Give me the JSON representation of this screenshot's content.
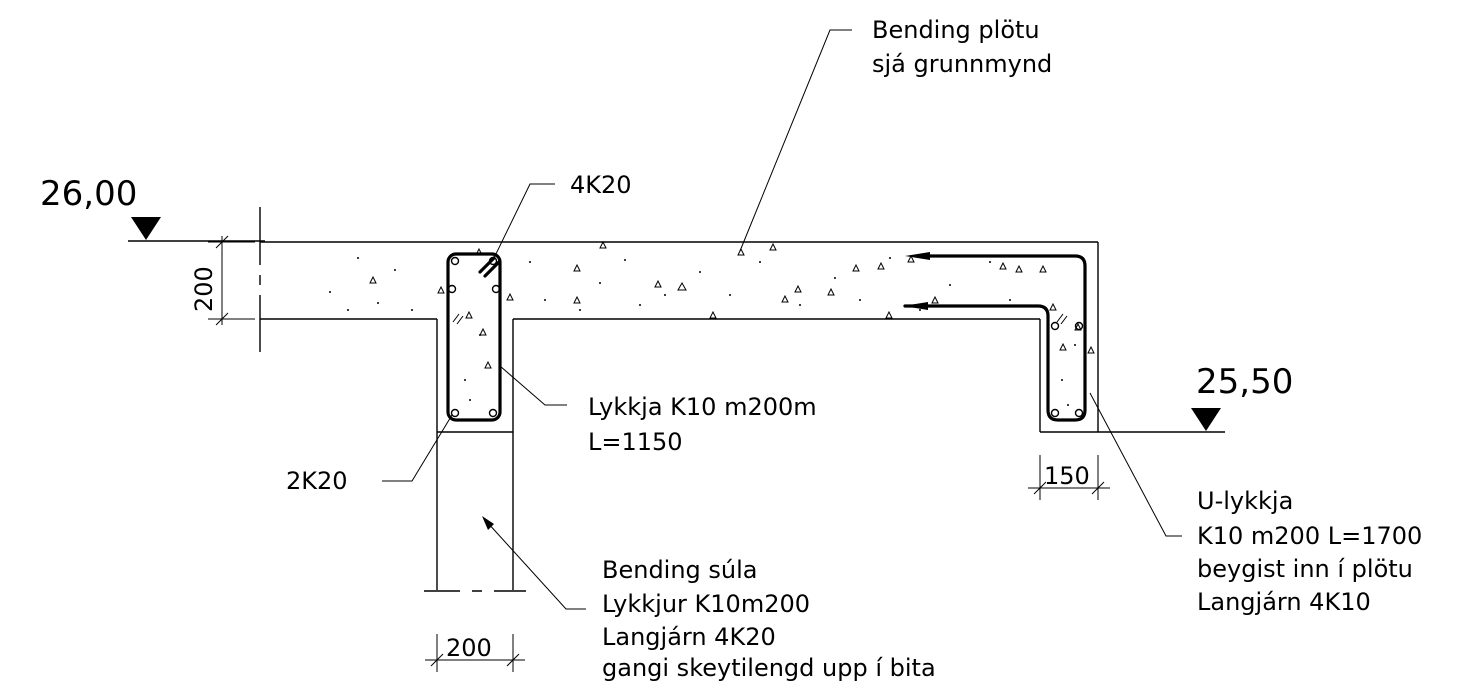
{
  "levels": {
    "top": "26,00",
    "bottom": "25,50"
  },
  "dimensions": {
    "slab_thickness": "200",
    "column_width": "200",
    "upstand_width": "150"
  },
  "labels": {
    "slab_note": {
      "line1": "Bending plötu",
      "line2": "sjá grunnmynd"
    },
    "top_bars": "4K20",
    "stirrup": {
      "line1": "Lykkja K10 m200m",
      "line2": "L=1150"
    },
    "bottom_bars": "2K20",
    "column_note": {
      "line1": "Bending súla",
      "line2": "Lykkjur K10m200",
      "line3": "Langjárn 4K20",
      "line4": "gangi skeytilengd upp í bita"
    },
    "u_loop": {
      "line1": "U-lykkja",
      "line2": "K10 m200 L=1700",
      "line3": "beygist inn í plötu",
      "line4": "Langjárn 4K10"
    }
  }
}
